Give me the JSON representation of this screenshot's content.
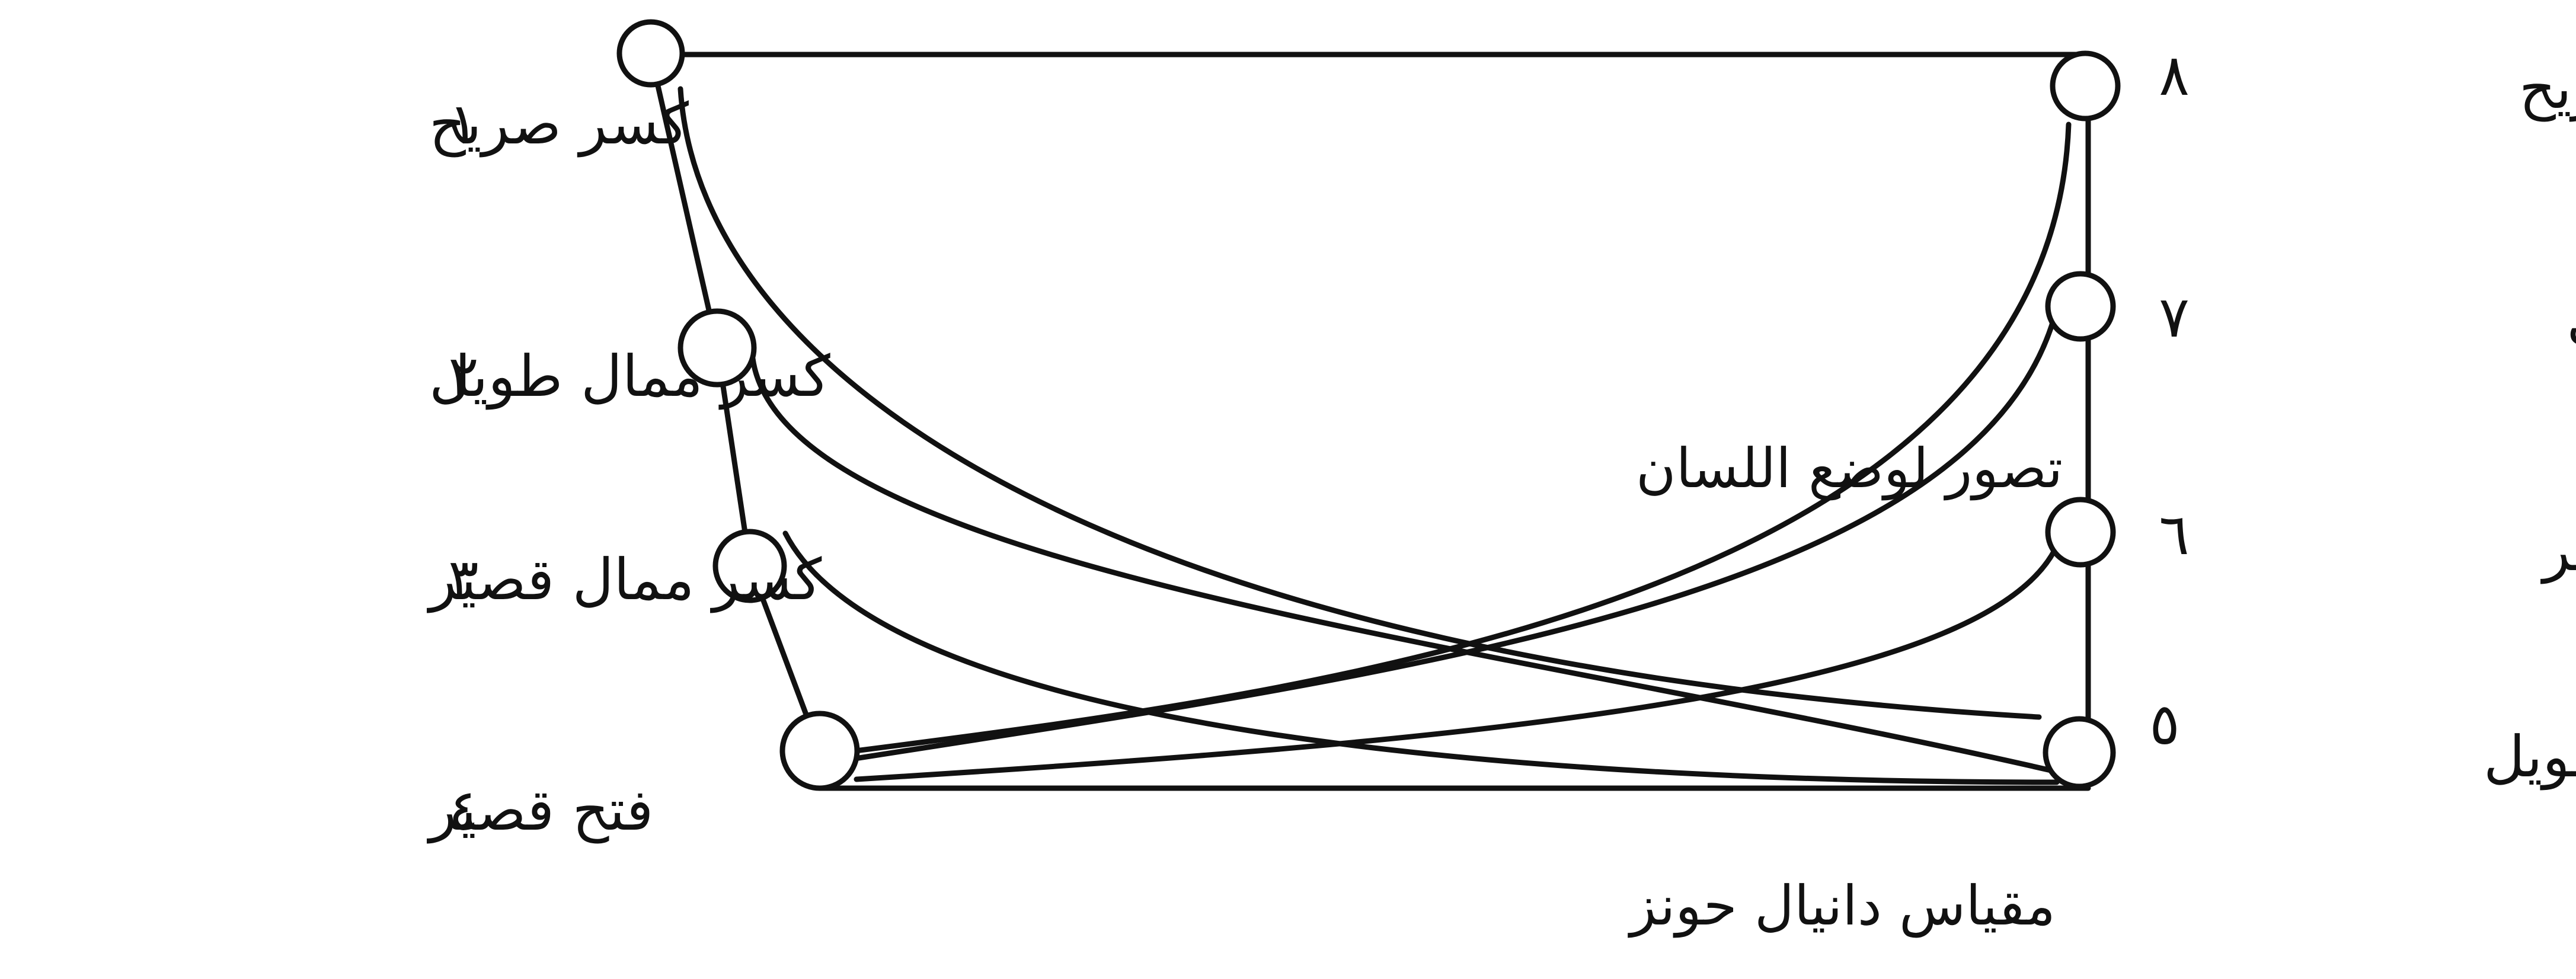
{
  "diagram": {
    "center_label": "تصور لوضع اللسان",
    "caption": "مقياس دانيال حونز",
    "left_vowels": [
      {
        "number": "١",
        "name": "كسر صريح"
      },
      {
        "number": "٢",
        "name": "كسر ممال طويل"
      },
      {
        "number": "٣",
        "name": "كسر ممال قصير"
      },
      {
        "number": "٤",
        "name": "فتح قصير"
      }
    ],
    "right_vowels": [
      {
        "number": "٨",
        "name": "ضم صريح"
      },
      {
        "number": "٧",
        "name": "ضم ممال طويل"
      },
      {
        "number": "٦",
        "name": "ضم ممال قصير"
      },
      {
        "number": "٥",
        "name": "فتح طويل"
      }
    ],
    "line_color": "#111111",
    "background": "#ffffff"
  }
}
